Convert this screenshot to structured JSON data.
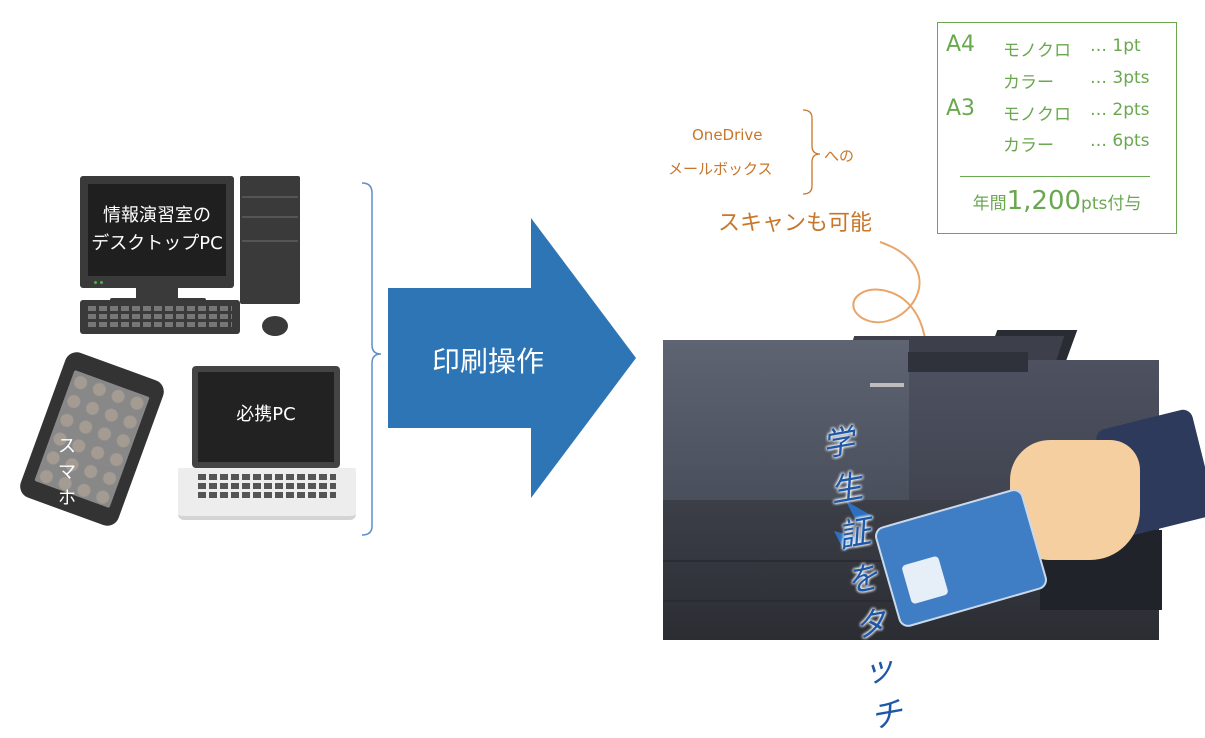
{
  "devices": {
    "desktop_label_line1": "情報演習室の",
    "desktop_label_line2": "デスクトップPC",
    "phone_label": "スマホ",
    "laptop_label": "必携PC"
  },
  "action": {
    "arrow_label": "印刷操作"
  },
  "scan": {
    "target_1": "OneDrive",
    "target_2": "メールボックス",
    "suffix": "への",
    "label": "スキャンも可能"
  },
  "touch_label": "学生証をタッチ",
  "pricing": {
    "rows": [
      {
        "size": "A4",
        "type": "モノクロ",
        "cost": "… 1pt"
      },
      {
        "size": "",
        "type": "カラー",
        "cost": "… 3pts"
      },
      {
        "size": "A3",
        "type": "モノクロ",
        "cost": "… 2pts"
      },
      {
        "size": "",
        "type": "カラー",
        "cost": "… 6pts"
      }
    ],
    "footer_prefix": "年間",
    "footer_amount": "1,200",
    "footer_suffix": "pts付与"
  },
  "colors": {
    "arrow": "#2e75b6",
    "brace": "#5b8fc9",
    "scan_text": "#c8762a",
    "pricing": "#6aa84f",
    "touch_text": "#1d57a8"
  }
}
